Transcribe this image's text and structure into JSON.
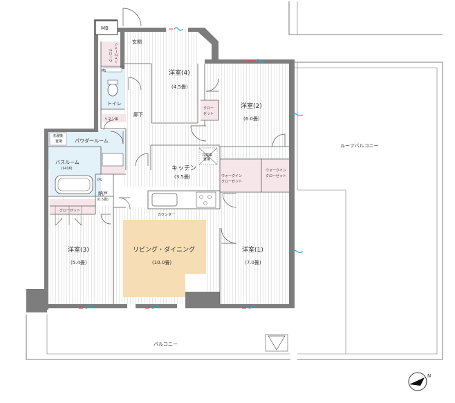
{
  "rooms": {
    "western4": {
      "name": "洋室(4)",
      "size": "(4.5畳)"
    },
    "western2": {
      "name": "洋室(2)",
      "size": "(6.0畳)"
    },
    "western3": {
      "name": "洋室(3)",
      "size": "(5.4畳)"
    },
    "western1": {
      "name": "洋室(1)",
      "size": "(7.0畳)"
    },
    "kitchen": {
      "name": "キッチン",
      "size": "(3.5畳)"
    },
    "ldk": {
      "name": "リビング・ダイニング",
      "size": "(10.0畳)"
    },
    "storage": {
      "name": "納戸",
      "size": "(0.5畳)"
    },
    "bath": {
      "name": "バスルーム",
      "size": "(1416)"
    }
  },
  "labels": {
    "mb": "MB",
    "entrance": "玄関",
    "shoes_closet": [
      "シューズイン",
      "クローク"
    ],
    "ps": "PS",
    "toilet": "トイレ",
    "hallway": "廊下",
    "linen": "リネン庫",
    "powder": "パウダールーム",
    "washing": [
      "洗濯機",
      "置場"
    ],
    "closet": "クローゼット",
    "closet_small": [
      "クロー",
      "ゼット"
    ],
    "walkin_left": [
      "ウォークイン",
      "クローゼット"
    ],
    "walkin_right": [
      "ウォークイン",
      "クローゼット"
    ],
    "counter": "カウンター",
    "fridge": [
      "冷蔵庫",
      "置場"
    ],
    "roof_balcony": "ルーフバルコニー",
    "balcony": "バルコニー",
    "north": "N"
  }
}
